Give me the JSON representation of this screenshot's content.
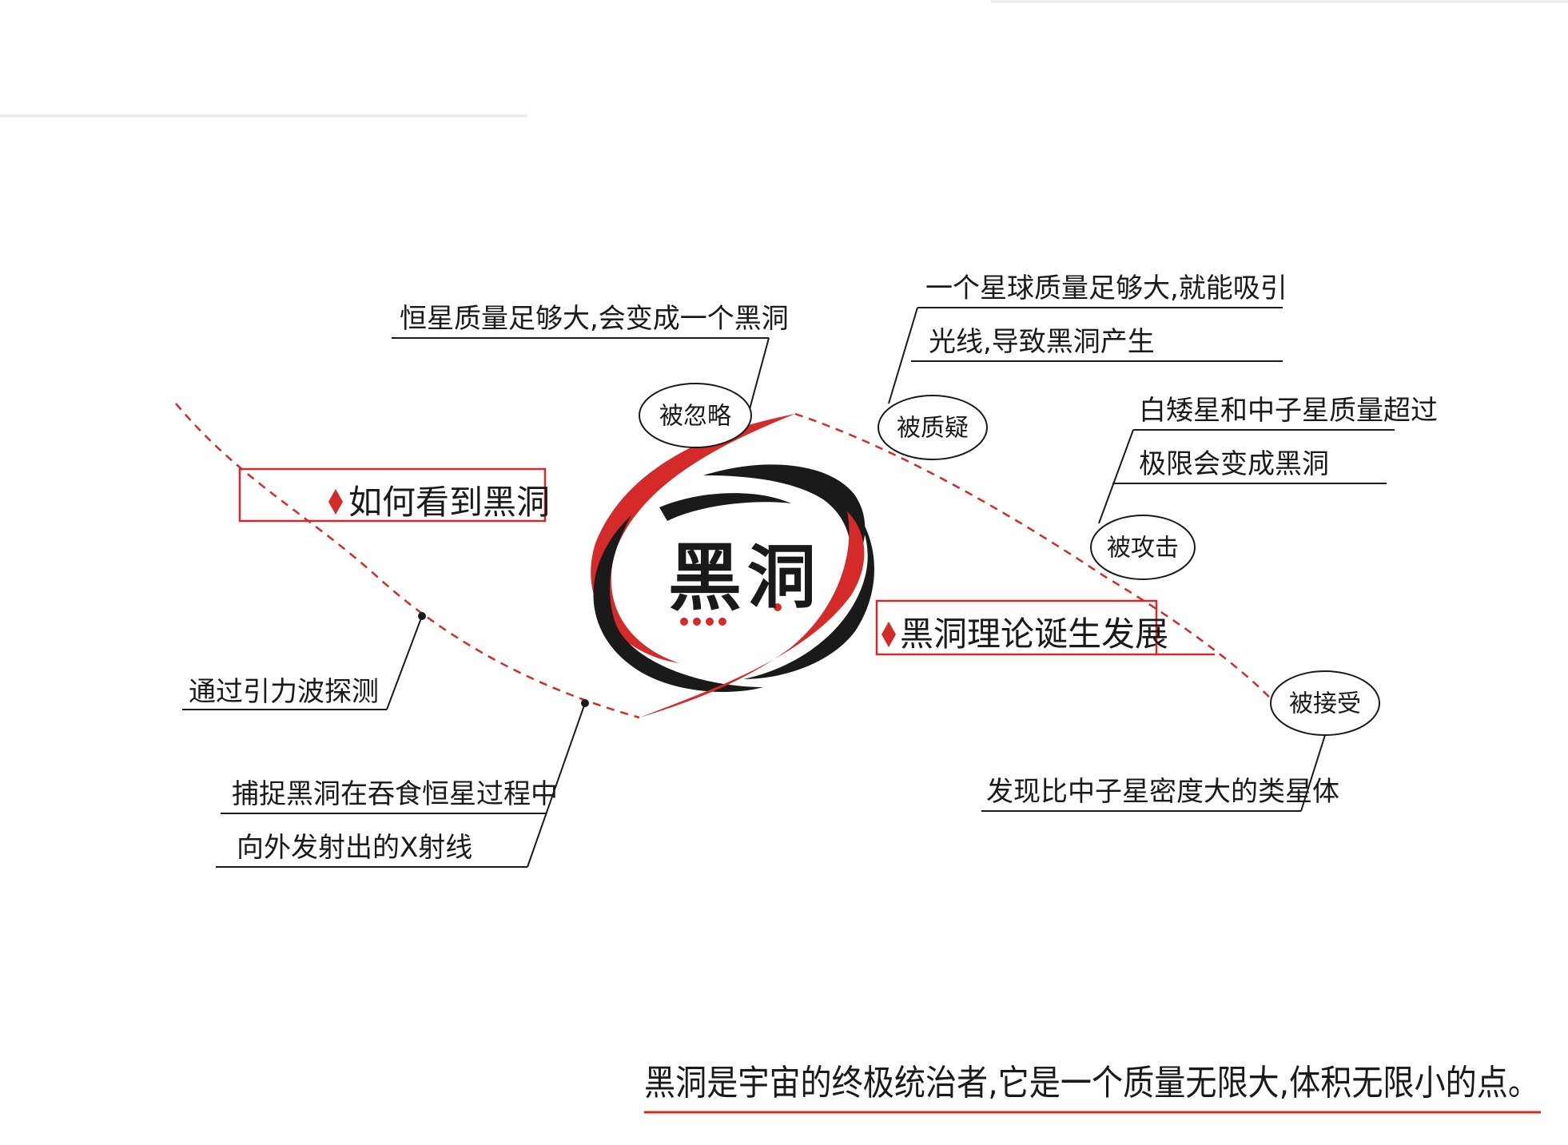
{
  "center": {
    "char1": "黑",
    "char2": "洞"
  },
  "branches": {
    "how_to_see": {
      "title": "如何看到黑洞",
      "items": [
        {
          "text": "通过引力波探测"
        },
        {
          "line1": "捕捉黑洞在吞食恒星过程中",
          "line2": "向外发射出的X射线"
        }
      ]
    },
    "theory": {
      "title": "黑洞理论诞生发展",
      "stages": [
        {
          "label": "被忽略",
          "note1": "恒星质量足够大,会变成一个黑洞"
        },
        {
          "label": "被质疑",
          "note1": "一个星球质量足够大,就能吸引",
          "note2": "光线,导致黑洞产生"
        },
        {
          "label": "被攻击",
          "note1": "白矮星和中子星质量超过",
          "note2": "极限会变成黑洞"
        },
        {
          "label": "被接受",
          "note1": "发现比中子星密度大的类星体"
        }
      ]
    }
  },
  "summary": "黑洞是宇宙的终极统治者,它是一个质量无限大,体积无限小的点。",
  "colors": {
    "accent": "#d42a2a",
    "ink": "#1a1a1a",
    "paper": "#ffffff"
  }
}
